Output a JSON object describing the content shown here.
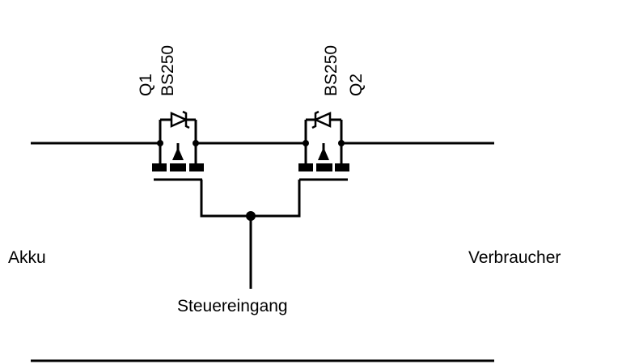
{
  "labels": {
    "left_terminal": "Akku",
    "right_terminal": "Verbraucher",
    "control_input": "Steuereingang"
  },
  "components": [
    {
      "designator": "Q1",
      "part": "BS250"
    },
    {
      "designator": "Q2",
      "part": "BS250"
    }
  ],
  "colors": {
    "wire": "#000000",
    "background": "#ffffff"
  }
}
